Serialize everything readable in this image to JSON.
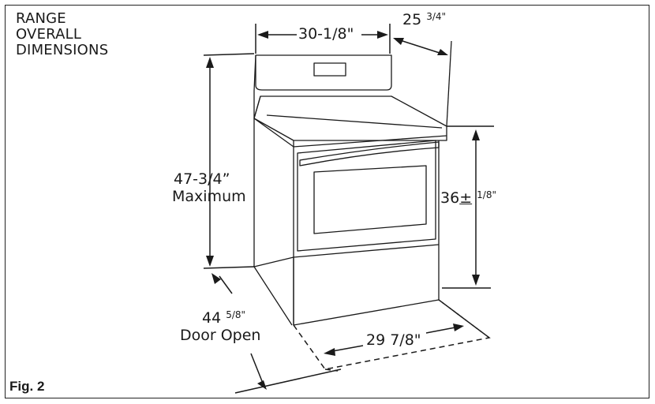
{
  "title": [
    "RANGE",
    "OVERALL",
    "DIMENSIONS"
  ],
  "figure_label": "Fig. 2",
  "dimensions": {
    "width": "30-1/8\"",
    "depth_whole": "25",
    "depth_frac": "3/4\"",
    "height_max_value": "47-3/4”",
    "height_max_label": "Maximum",
    "counter_height_whole": "36",
    "counter_height_pm": "±",
    "counter_height_frac": "1/8\"",
    "door_open_whole": "44",
    "door_open_frac": "5/8\"",
    "door_open_label": "Door Open",
    "base_depth_whole": "29 7/8\""
  }
}
